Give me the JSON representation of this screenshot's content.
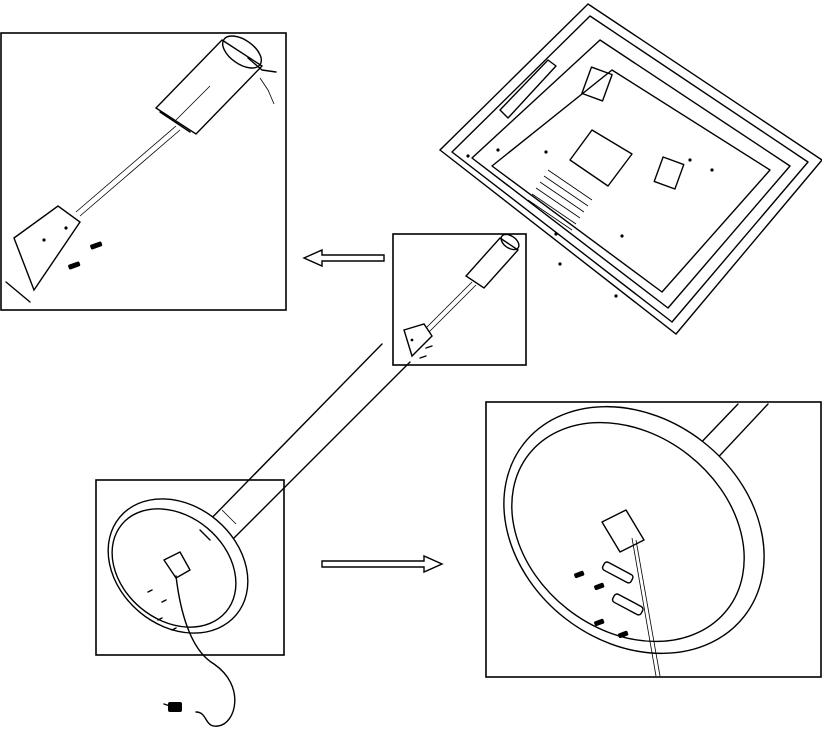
{
  "diagram": {
    "kind": "assembly-instruction-illustration",
    "colors": {
      "ink": "#000000",
      "paper": "#ffffff"
    },
    "panels": [
      {
        "id": "pole-connection-detail",
        "icon": "zoom-detail"
      },
      {
        "id": "monitor-joint-callout",
        "icon": "callout"
      },
      {
        "id": "base-callout",
        "icon": "callout"
      },
      {
        "id": "base-screw-detail",
        "icon": "zoom-detail"
      }
    ],
    "arrows": [
      {
        "from": "monitor-joint-callout",
        "to": "pole-connection-detail",
        "icon": "arrow-left"
      },
      {
        "from": "base-callout",
        "to": "base-screw-detail",
        "icon": "arrow-right"
      }
    ]
  }
}
